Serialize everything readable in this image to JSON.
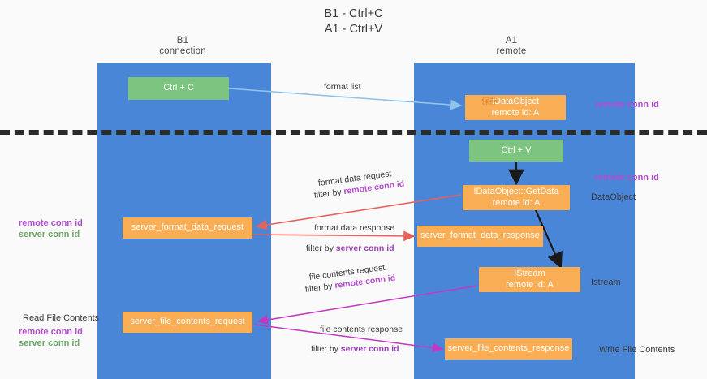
{
  "title": {
    "line1": "B1 - Ctrl+C",
    "line2": "A1 - Ctrl+V"
  },
  "columns": {
    "left": {
      "name": "B1",
      "role": "connection"
    },
    "right": {
      "name": "A1",
      "role": "remote"
    }
  },
  "nodes": {
    "ctrl_c": {
      "label": "Ctrl + C",
      "color": "#7cc47f"
    },
    "idataobject": {
      "label": "IDataObject",
      "ghost": "保存",
      "sub": "remote id: A",
      "color": "#f9ad54"
    },
    "ctrl_v": {
      "label": "Ctrl + V",
      "color": "#7cc47f"
    },
    "getdata": {
      "label": "IDataObject::GetData",
      "sub": "remote id: A",
      "color": "#f9ad54"
    },
    "server_format_data_request": {
      "label": "server_format_data_request",
      "color": "#f9ad54"
    },
    "server_format_data_response": {
      "label": "server_format_data_response",
      "color": "#f9ad54"
    },
    "istream": {
      "label": "IStream",
      "sub": "remote id: A",
      "color": "#f9ad54"
    },
    "server_file_contents_request": {
      "label": "server_file_contents_request",
      "color": "#f9ad54"
    },
    "server_file_contents_response": {
      "label": "server_file_contents_response",
      "color": "#f9ad54"
    }
  },
  "edge_labels": {
    "format_list": "format list",
    "format_data_request": "format data request",
    "format_data_request_filter_prefix": "filter by ",
    "format_data_request_filter_key": "remote conn id",
    "format_data_response": "format data response",
    "format_data_response_filter_prefix": "filter by ",
    "format_data_response_filter_key": "server conn id",
    "file_contents_request": "file contents request",
    "file_contents_request_filter_prefix": "filter by ",
    "file_contents_request_filter_key": "remote conn id",
    "file_contents_response": "file contents response",
    "file_contents_response_filter_prefix": "filter by ",
    "file_contents_response_filter_key": "server conn id"
  },
  "side_labels": {
    "right_remote_conn_id_1": "remote conn id",
    "right_remote_conn_id_2": "remote conn id",
    "right_dataobject": "DataObject",
    "right_istream": "Istream",
    "right_write_file_contents": "Write File Contents",
    "left_remote_conn_id": "remote conn id",
    "left_server_conn_id": "server conn id",
    "left_read_file_contents": "Read File Contents",
    "left_remote_conn_id_2": "remote conn id",
    "left_server_conn_id_2": "server conn id"
  },
  "colors": {
    "band": "#4a86d8",
    "green_node": "#7cc47f",
    "orange_node": "#f9ad54",
    "red_arrow": "#e8625c",
    "magenta_arrow": "#c238c2",
    "blue_arrow": "#8fc4e8",
    "black_arrow": "#1a1a1a",
    "conn_id_purple": "#b44ccf",
    "conn_id_green": "#6aaa64",
    "divider": "#2b2b2b"
  }
}
